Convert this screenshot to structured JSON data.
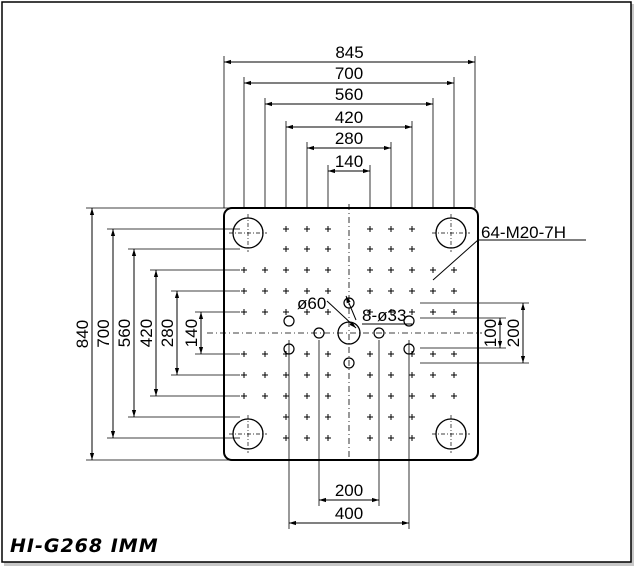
{
  "model_label": "HI-G268 IMM",
  "dimensions": {
    "horizontal_top": [
      "845",
      "700",
      "560",
      "420",
      "280",
      "140"
    ],
    "vertical_left": [
      "840",
      "700",
      "560",
      "420",
      "280",
      "140"
    ],
    "right_side": [
      "100",
      "200"
    ],
    "bottom": [
      "200",
      "400"
    ]
  },
  "callouts": {
    "threaded_holes": "64-M20-7H",
    "center_hole": "ø60",
    "pin_holes": "8-ø33"
  },
  "colors": {
    "line": "#000000",
    "frame_shadow": "#c8c8c8",
    "background": "#ffffff"
  }
}
